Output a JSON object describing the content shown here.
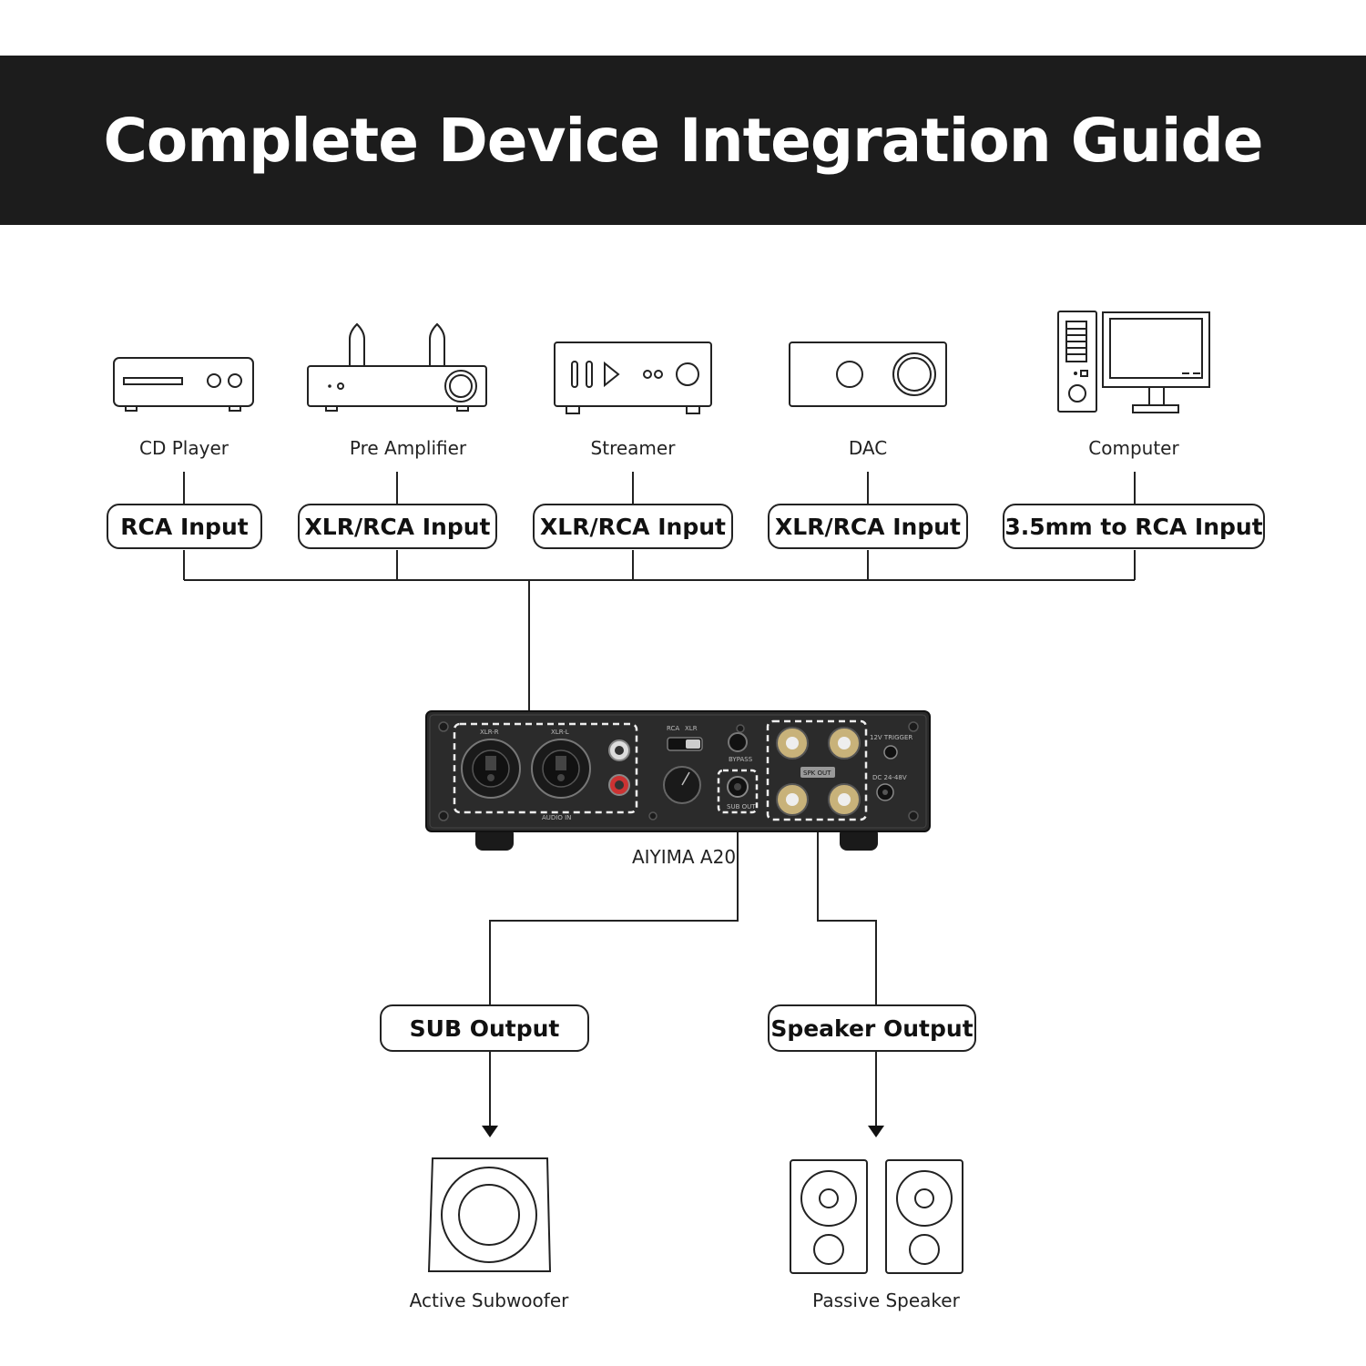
{
  "title": "Complete Device Integration Guide",
  "sources": [
    {
      "label": "CD Player",
      "icon": "cd-player-icon",
      "input": "RCA Input"
    },
    {
      "label": "Pre Amplifier",
      "icon": "tube-preamp-icon",
      "input": "XLR/RCA Input"
    },
    {
      "label": "Streamer",
      "icon": "streamer-icon",
      "input": "XLR/RCA Input"
    },
    {
      "label": "DAC",
      "icon": "dac-icon",
      "input": "XLR/RCA Input"
    },
    {
      "label": "Computer",
      "icon": "computer-icon",
      "input": "3.5mm to RCA Input"
    }
  ],
  "amplifier": {
    "name": "AIYIMA A20",
    "panel": {
      "xlr_r": "XLR-R",
      "xlr_l": "XLR-L",
      "audio_in": "AUDIO IN",
      "rca": "RCA",
      "xlr": "XLR",
      "bypass": "BYPASS",
      "sub_out": "SUB OUT",
      "spk_out": "SPK OUT",
      "trigger": "12V TRIGGER",
      "dc": "DC 24-48V"
    }
  },
  "outputs": [
    {
      "label": "SUB Output",
      "device": "Active Subwoofer",
      "icon": "subwoofer-icon"
    },
    {
      "label": "Speaker Output",
      "device": "Passive Speaker",
      "icon": "speaker-pair-icon"
    }
  ],
  "colors": {
    "banner": "#1c1c1c",
    "line": "#222222",
    "amp_body": "#2b2b2b"
  }
}
